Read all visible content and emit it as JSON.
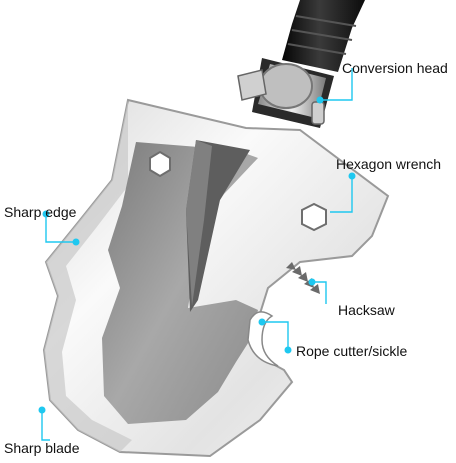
{
  "labels": {
    "conversion_head": "Conversion head",
    "hexagon_wrench": "Hexagon wrench",
    "sharp_edge": "Sharp edge",
    "hacksaw": "Hacksaw",
    "rope_cutter": "Rope cutter/sickle",
    "sharp_blade": "Sharp blade"
  },
  "colors": {
    "callout_line": "#1ec8f0",
    "callout_dot": "#1ec8f0",
    "label_text": "#111111",
    "blade_light": "#f2f2f2",
    "blade_mid": "#bdbdbd",
    "blade_dark": "#8a8a8a",
    "handle": "#1a1a1a"
  }
}
